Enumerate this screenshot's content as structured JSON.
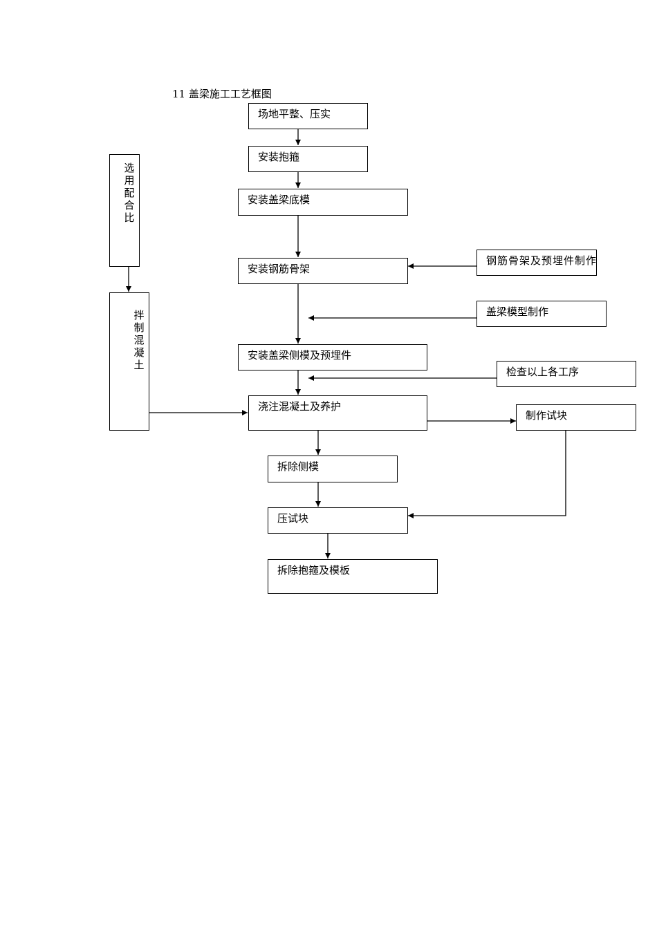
{
  "title": "11 盖梁施工工艺框图",
  "steps": {
    "site_leveling": "场地平整、压实",
    "install_hoop": "安装抱箍",
    "install_bottom_form": "安装盖梁底模",
    "install_rebar_cage": "安装钢筋骨架",
    "install_side_form": "安装盖梁侧模及预埋件",
    "pour_concrete": "浇注混凝土及养护",
    "remove_side_form": "拆除侧模",
    "press_test_block": "压试块",
    "remove_hoop_form": "拆除抱箍及模板"
  },
  "side_steps": {
    "select_mix": "选用配合比",
    "mix_concrete": "拌制混凝土",
    "rebar_fabrication": "钢筋骨架及预埋件制作",
    "cap_mold_fabrication": "盖梁模型制作",
    "inspect_procedures": "检查以上各工序",
    "make_test_block": "制作试块"
  },
  "colors": {
    "line": "#000000",
    "background": "#ffffff"
  }
}
